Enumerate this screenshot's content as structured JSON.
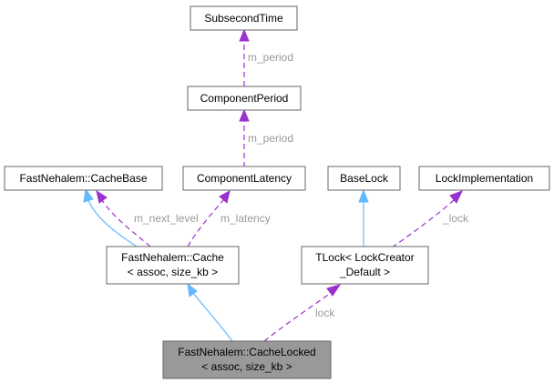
{
  "nodes": {
    "subsecond_time": {
      "lines": [
        "SubsecondTime"
      ]
    },
    "component_period": {
      "lines": [
        "ComponentPeriod"
      ]
    },
    "cache_base": {
      "lines": [
        "FastNehalem::CacheBase"
      ]
    },
    "component_latency": {
      "lines": [
        "ComponentLatency"
      ]
    },
    "base_lock": {
      "lines": [
        "BaseLock"
      ]
    },
    "lock_implementation": {
      "lines": [
        "LockImplementation"
      ]
    },
    "cache": {
      "lines": [
        "FastNehalem::Cache",
        "< assoc, size_kb >"
      ]
    },
    "tlock": {
      "lines": [
        "TLock< LockCreator",
        "_Default >"
      ]
    },
    "cache_locked": {
      "lines": [
        "FastNehalem::CacheLocked",
        "< assoc, size_kb >"
      ]
    }
  },
  "edge_labels": {
    "m_period_top": "m_period",
    "m_period_mid": "m_period",
    "m_next_level": "m_next_level",
    "m_latency": "m_latency",
    "lock_impl": "_lock",
    "lock": "lock"
  },
  "colors": {
    "inheritance": "#63b8ff",
    "usage": "#9a32cd",
    "highlight_fill": "#999999",
    "label": "#9a9a9a"
  }
}
